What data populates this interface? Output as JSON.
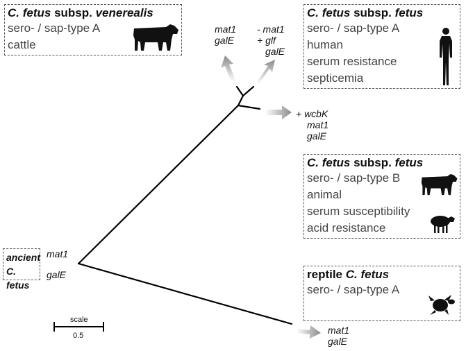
{
  "boxes": {
    "venerealis": {
      "title_species": "C. fetus",
      "title_mid": " subsp. ",
      "title_sub": "venerealis",
      "lines": [
        "sero- / sap-type A",
        "cattle"
      ]
    },
    "fetus_a": {
      "title_species": "C. fetus",
      "title_mid": " subsp. ",
      "title_sub": "fetus",
      "lines": [
        "sero- / sap-type A",
        "human",
        "serum resistance",
        "septicemia"
      ]
    },
    "fetus_b": {
      "title_species": "C. fetus",
      "title_mid": " subsp. ",
      "title_sub": "fetus",
      "lines": [
        "sero- / sap-type B",
        "animal",
        "serum susceptibility",
        "acid resistance"
      ]
    },
    "reptile": {
      "title_plain": "reptile ",
      "title_species": "C. fetus",
      "lines": [
        "sero- / sap-type A"
      ]
    },
    "ancient": {
      "line1": "ancient",
      "line2": "C. fetus"
    }
  },
  "genes": {
    "venerealis": [
      "mat1",
      "galE"
    ],
    "fetus_a": [
      "- mat1",
      "+ glf",
      "galE"
    ],
    "fetus_b": [
      "+ wcbK",
      "mat1",
      "galE"
    ],
    "reptile": [
      "mat1",
      "galE"
    ],
    "root_top": "mat1",
    "root_bottom": "galE"
  },
  "scale": {
    "label": "scale",
    "value": "0.5"
  },
  "icons": [
    "cow-icon",
    "human-icon",
    "cow-icon",
    "sheep-icon",
    "turtle-icon"
  ]
}
